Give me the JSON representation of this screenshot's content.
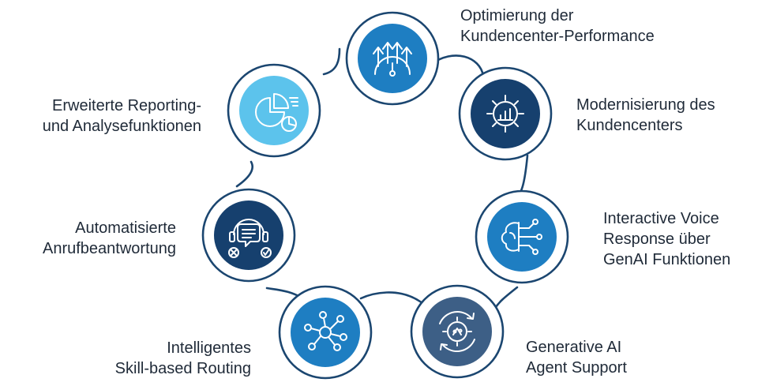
{
  "colors": {
    "ring": "#1b4670",
    "navy": "#16406e",
    "blue": "#1e7ec2",
    "steel": "#3d5f86",
    "light": "#5cc3ec",
    "icon": "#ffffff"
  },
  "nodes": [
    {
      "key": "performance",
      "icon": "speedometer-arrows-icon",
      "lines": [
        "Optimierung der",
        "Kundencenter-Performance"
      ]
    },
    {
      "key": "modernization",
      "icon": "gear-chart-icon",
      "lines": [
        "Modernisierung des",
        "Kundencenters"
      ]
    },
    {
      "key": "ivr",
      "icon": "brain-network-icon",
      "lines": [
        "Interactive Voice",
        "Response über",
        "GenAI Funktionen"
      ]
    },
    {
      "key": "agent",
      "icon": "gear-cycle-ai-icon",
      "lines": [
        "Generative AI",
        "Agent Support"
      ]
    },
    {
      "key": "routing",
      "icon": "network-routing-icon",
      "lines": [
        "Intelligentes",
        "Skill-based Routing"
      ]
    },
    {
      "key": "answering",
      "icon": "headset-chat-icon",
      "lines": [
        "Automatisierte",
        "Anrufbeantwortung"
      ]
    },
    {
      "key": "reporting",
      "icon": "pie-chart-report-icon",
      "lines": [
        "Erweiterte Reporting-",
        "und Analysefunktionen"
      ]
    }
  ]
}
